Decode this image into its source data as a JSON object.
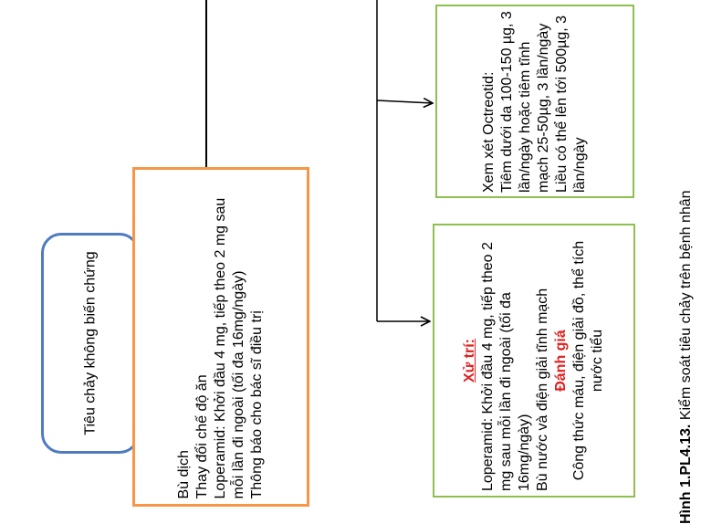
{
  "start_box": {
    "text": "Tiêu chảy không biến chứng"
  },
  "main_box": {
    "lines": [
      "Bù dịch",
      "Thay đổi chế độ ăn",
      "Loperamid: Khởi đầu 4 mg, tiếp theo 2 mg sau mỗi lần đi ngoài (tối đa 16mg/ngày)",
      "Thông báo cho bác sĩ điều trị"
    ]
  },
  "treatment_box": {
    "heading": "Xử trí:",
    "lines": [
      "Loperamid: Khởi đầu 4 mg, tiếp theo 2 mg sau mỗi lần đi ngoài (tối đa 16mg/ngày)",
      "Bù nước và điện giải tĩnh mạch"
    ],
    "eval_heading": "Đánh giá",
    "eval_text": "Công thức máu, điện giải đồ, thể tích nước tiểu"
  },
  "octreotide_box": {
    "lines": [
      "Xem xét Octreotid:",
      "Tiêm dưới da 100-150 µg, 3 lần/ngày hoặc tiêm tĩnh mạch 25-50µg, 3 lần/ngày",
      "Liều có thể lên tới 500µg, 3 lần/ngày"
    ]
  },
  "caption": {
    "label": "Hình 1.PL4.13.",
    "text": " Kiểm soát tiêu chảy trên bệnh nhân"
  },
  "colors": {
    "start_border": "#4f7bbf",
    "main_border": "#f79646",
    "green_border": "#8fc04f",
    "highlight": "#e02020"
  }
}
